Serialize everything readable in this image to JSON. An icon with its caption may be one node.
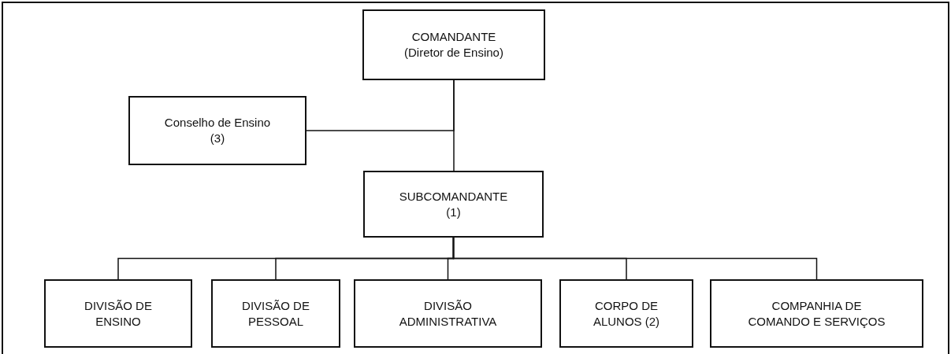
{
  "diagram": {
    "nodes": [
      {
        "text": [
          "COMANDANTE",
          "(Diretor de Ensino)"
        ]
      },
      {
        "text": [
          "Conselho de Ensino",
          "(3)"
        ]
      },
      {
        "text": [
          "SUBCOMANDANTE",
          "(1)"
        ]
      },
      {
        "text": [
          "DIVISÃO DE ENSINO"
        ]
      },
      {
        "text": [
          "DIVISÃO DE PESSOAL"
        ]
      },
      {
        "text": [
          "DIVISÃO ADMINISTRATIVA"
        ]
      },
      {
        "text": [
          "CORPO DE ALUNOS (2)"
        ]
      },
      {
        "text": [
          "COMPANHIA DE COMANDO E SERVIÇOS"
        ]
      }
    ],
    "edges": [
      {
        "from": 0,
        "to": 2,
        "arrow": "none"
      },
      {
        "from": 1,
        "to": 0,
        "arrow": "none"
      },
      {
        "from": 2,
        "to": 3,
        "arrow": "none"
      },
      {
        "from": 2,
        "to": 4,
        "arrow": "none"
      },
      {
        "from": 2,
        "to": 5,
        "arrow": "none"
      },
      {
        "from": 2,
        "to": 6,
        "arrow": "none"
      },
      {
        "from": 2,
        "to": 7,
        "arrow": "none"
      }
    ]
  }
}
